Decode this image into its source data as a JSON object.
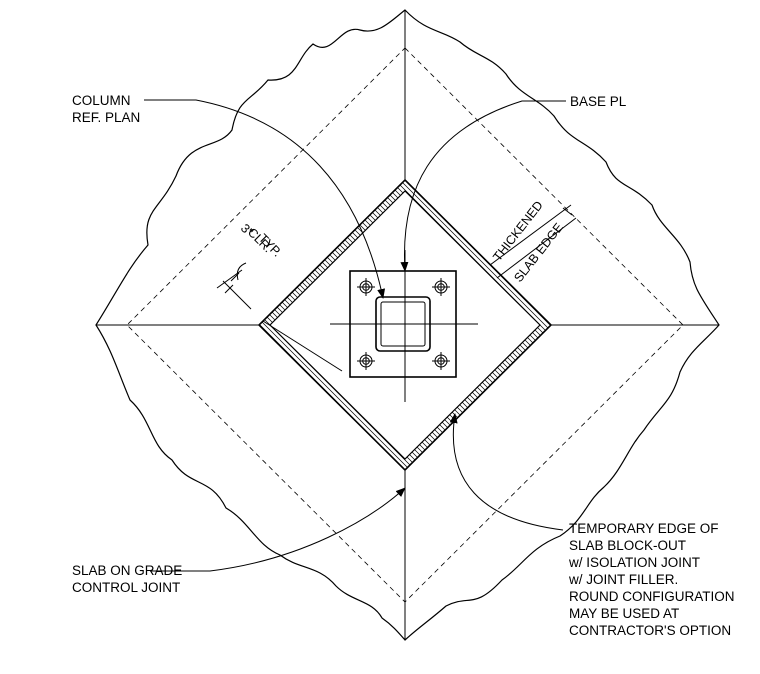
{
  "labels": {
    "column_ref_plan": [
      "COLUMN",
      "REF. PLAN"
    ],
    "base_pl": "BASE PL",
    "clearance": [
      "3\"",
      "CLR.",
      "TYP."
    ],
    "thickened_slab_edge": [
      "THICKENED",
      "SLAB EDGE"
    ],
    "slab_on_grade": [
      "SLAB ON GRADE",
      "CONTROL JOINT"
    ],
    "temporary_edge": [
      "TEMPORARY EDGE OF",
      "SLAB BLOCK-OUT",
      "w/ ISOLATION JOINT",
      "w/  JOINT FILLER.",
      "ROUND CONFIGURATION",
      "MAY BE USED AT",
      "CONTRACTOR'S OPTION"
    ]
  }
}
